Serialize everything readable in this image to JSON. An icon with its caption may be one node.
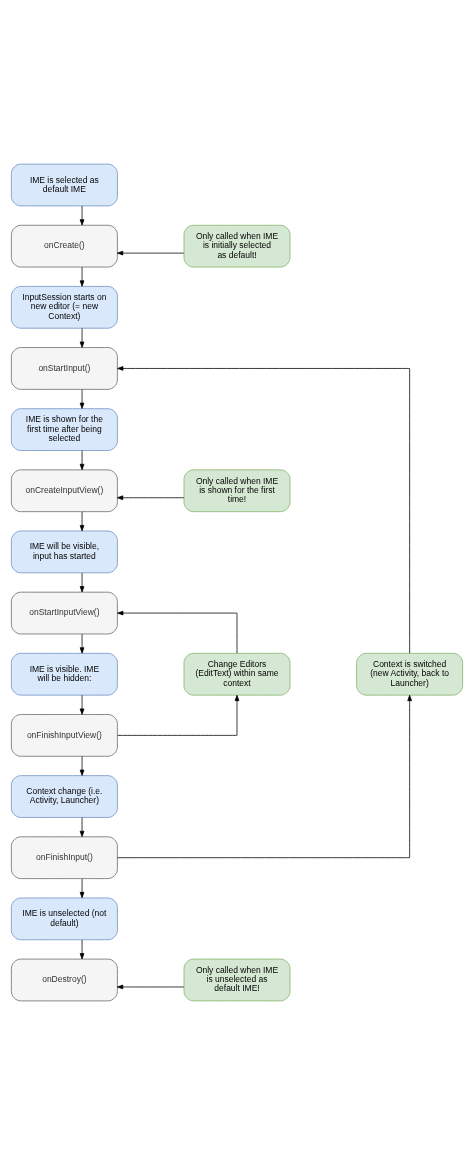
{
  "diagram": {
    "nodes": [
      {
        "text": [
          "IME is selected as default IME"
        ]
      },
      {
        "text": [
          "onCreate()"
        ]
      },
      {
        "text": [
          "Only called when IME is initially selected as default!"
        ]
      },
      {
        "text": [
          "InputSession starts on new editor (= new Context)"
        ]
      },
      {
        "text": [
          "onStartInput()"
        ]
      },
      {
        "text": [
          "IME is shown for the first time after being selected"
        ]
      },
      {
        "text": [
          "onCreateInputView()"
        ]
      },
      {
        "text": [
          "Only called when IME is shown for the first time!"
        ]
      },
      {
        "text": [
          "IME will be visible, input has started"
        ]
      },
      {
        "text": [
          "onStartInputView()"
        ]
      },
      {
        "text": [
          "IME is visible. IME will be hidden:"
        ]
      },
      {
        "text": [
          "Change Editors (EditText) within same context"
        ]
      },
      {
        "text": [
          "Context is switched (new Activity, back to Launcher)"
        ]
      },
      {
        "text": [
          "onFinishInputView()"
        ]
      },
      {
        "text": [
          "Context change (i.e. Activity, Launcher)"
        ]
      },
      {
        "text": [
          "onFinishInput()"
        ]
      },
      {
        "text": [
          "IME is unselected (not default)"
        ]
      },
      {
        "text": [
          "onDestroy()"
        ]
      },
      {
        "text": [
          "Only called when IME is unselected as default IME!"
        ]
      }
    ],
    "edges": [
      {
        "from": 0,
        "to": 1,
        "arrow": "to"
      },
      {
        "from": 2,
        "to": 1,
        "arrow": "to"
      },
      {
        "from": 1,
        "to": 3,
        "arrow": "to"
      },
      {
        "from": 3,
        "to": 4,
        "arrow": "to"
      },
      {
        "from": 4,
        "to": 5,
        "arrow": "to"
      },
      {
        "from": 5,
        "to": 6,
        "arrow": "to"
      },
      {
        "from": 7,
        "to": 6,
        "arrow": "to"
      },
      {
        "from": 6,
        "to": 8,
        "arrow": "to"
      },
      {
        "from": 8,
        "to": 9,
        "arrow": "to"
      },
      {
        "from": 9,
        "to": 10,
        "arrow": "to"
      },
      {
        "from": 10,
        "to": 13,
        "arrow": "to"
      },
      {
        "from": 13,
        "to": 11,
        "arrow": "to"
      },
      {
        "from": 11,
        "to": 9,
        "arrow": "to"
      },
      {
        "from": 13,
        "to": 14,
        "arrow": "to"
      },
      {
        "from": 14,
        "to": 15,
        "arrow": "to"
      },
      {
        "from": 15,
        "to": 12,
        "arrow": "to"
      },
      {
        "from": 12,
        "to": 4,
        "arrow": "to"
      },
      {
        "from": 15,
        "to": 16,
        "arrow": "to"
      },
      {
        "from": 16,
        "to": 17,
        "arrow": "to"
      },
      {
        "from": 18,
        "to": 17,
        "arrow": "to"
      }
    ]
  }
}
